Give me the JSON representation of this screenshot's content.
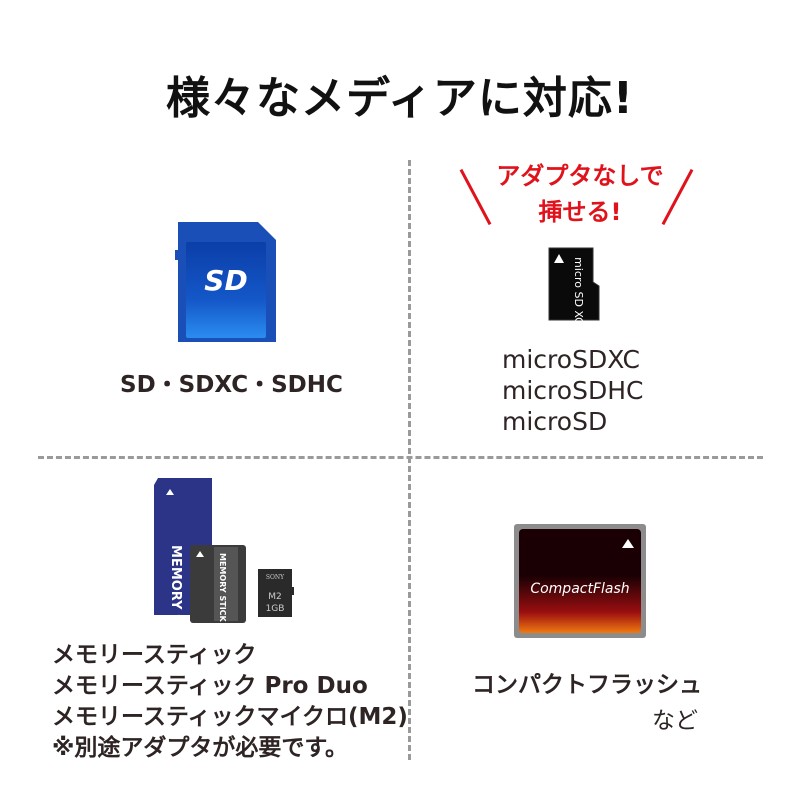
{
  "title": "様々なメディアに対応!",
  "callout": {
    "line1": "アダプタなしで",
    "line2": "挿せる!",
    "color": "#e0121b"
  },
  "cells": {
    "sd": {
      "image": "sd-card-icon",
      "card_text": "SD",
      "label": "SD・SDXC・SDHC"
    },
    "microsd": {
      "image": "microsd-card-icon",
      "card_text": "micro SD XC",
      "labels": [
        "microSDXC",
        "microSDHC",
        "microSD"
      ]
    },
    "memorystick": {
      "image": "memory-stick-cards-icon",
      "card_texts": [
        "MEMORY STICK",
        "MEMORY STICK PRO Duo",
        "SONY",
        "M2",
        "1GB"
      ],
      "labels": [
        "メモリースティック",
        "メモリースティック Pro Duo",
        "メモリースティックマイクロ(M2)",
        "※別途アダプタが必要です。"
      ]
    },
    "cf": {
      "image": "compactflash-card-icon",
      "card_text": "CompactFlash",
      "label": "コンパクトフラッシュ",
      "suffix": "など"
    }
  }
}
